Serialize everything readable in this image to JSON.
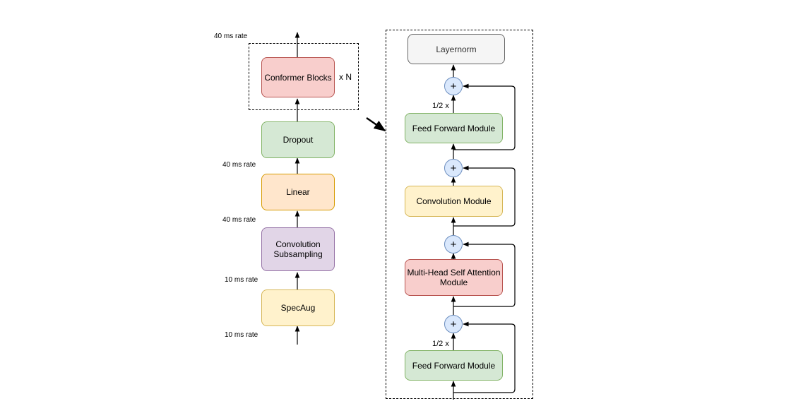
{
  "left_stack": {
    "conformer_blocks": "Conformer Blocks",
    "repeat_label": "x N",
    "dropout": "Dropout",
    "linear": "Linear",
    "conv_subsampling_line1": "Convolution",
    "conv_subsampling_line2": "Subsampling",
    "specaug": "SpecAug",
    "rate_top": "40 ms rate",
    "rate_after_dropout": "40 ms rate",
    "rate_after_linear": "40 ms rate",
    "rate_after_specaug": "10 ms rate",
    "rate_input": "10 ms rate"
  },
  "conformer_block": {
    "layernorm": "Layernorm",
    "ffn_top": "Feed Forward Module",
    "convolution_module": "Convolution Module",
    "mhsa_line1": "Multi-Head Self Attention",
    "mhsa_line2": "Module",
    "ffn_bottom": "Feed Forward Module",
    "half_scale_top": "1/2 x",
    "half_scale_bottom": "1/2 x",
    "adder_symbol": "+"
  },
  "colors": {
    "red_fill": "#f8cecc",
    "red_stroke": "#b85450",
    "green_fill": "#d5e8d4",
    "green_stroke": "#82b366",
    "orange_fill": "#ffe6cc",
    "orange_stroke": "#d79b00",
    "purple_fill": "#e1d5e7",
    "purple_stroke": "#9673a6",
    "yellow_fill": "#fff2cc",
    "yellow_stroke": "#d6b656",
    "grey_fill": "#f5f5f5",
    "grey_stroke": "#666666",
    "adder_fill": "#dae8fc",
    "adder_stroke": "#6c8ebf"
  }
}
